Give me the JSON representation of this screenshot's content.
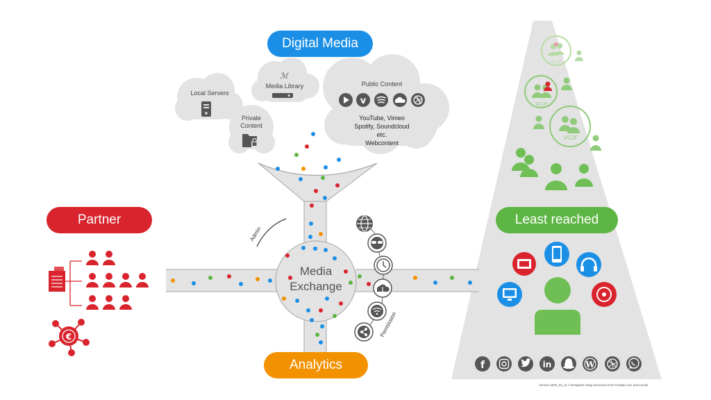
{
  "headings": {
    "digital_media": "Digital Media",
    "partner": "Partner",
    "least_reached": "Least reached",
    "analytics": "Analytics"
  },
  "clouds": {
    "local_servers": "Local Servers",
    "media_library": "Media Library",
    "private_content": "Private Content",
    "public_content": "Public Content",
    "public_sources": [
      "YouTube, Vimeo",
      "Spotify, Soundcloud",
      "etc.",
      "Webcontent"
    ]
  },
  "hub": {
    "title_line1": "Media",
    "title_line2": "Exchange",
    "admin_label": "Admin",
    "permission_label": "Permission"
  },
  "groups": {
    "badge": "VCJF"
  },
  "icons": {
    "public_services": [
      "youtube-icon",
      "vimeo-icon",
      "spotify-icon",
      "soundcloud-icon",
      "dribbble-icon"
    ],
    "pipeline_services": [
      "globe-icon",
      "sunglasses-icon",
      "clock-icon",
      "cloud-download-icon",
      "wifi-icon",
      "share-icon"
    ],
    "devices": [
      "tablet-icon",
      "smartphone-icon",
      "headphones-icon",
      "monitor-icon",
      "disc-icon"
    ],
    "social": [
      "facebook-icon",
      "instagram-icon",
      "twitter-icon",
      "linkedin-icon",
      "snapchat-icon",
      "wordpress-icon",
      "dribbble-icon",
      "whatsapp-icon"
    ]
  },
  "colors": {
    "blue": "#1b8fe6",
    "red": "#d9232d",
    "green": "#5db544",
    "orange": "#f39200",
    "pipe_gray": "#e0e0e0",
    "cloud_gray": "#e3e3e3",
    "pale_green": "#b5dca4",
    "dark_icon": "#555555"
  },
  "footnote": "Version 2020_03_11 // Designed using resources from Freepik.com and Iconeil"
}
